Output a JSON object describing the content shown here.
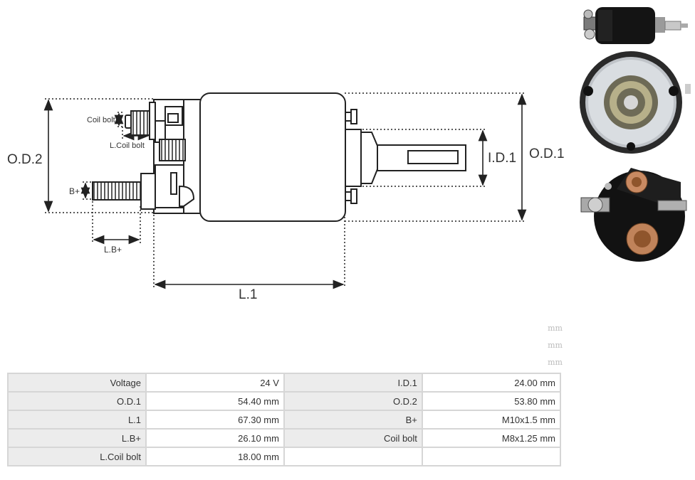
{
  "diagram": {
    "labels": {
      "od2": "O.D.2",
      "od1": "O.D.1",
      "id1": "I.D.1",
      "l1": "L.1",
      "coil_bolt": "Coil bolt",
      "l_coil_bolt": "L.Coil bolt",
      "b_plus": "B+",
      "l_b_plus": "L.B+"
    }
  },
  "faded_units": [
    "mm",
    "mm",
    "mm"
  ],
  "specs": {
    "rows": [
      {
        "k1": "Voltage",
        "v1": "24 V",
        "k2": "I.D.1",
        "v2": "24.00 mm"
      },
      {
        "k1": "O.D.1",
        "v1": "54.40 mm",
        "k2": "O.D.2",
        "v2": "53.80 mm"
      },
      {
        "k1": "L.1",
        "v1": "67.30 mm",
        "k2": "B+",
        "v2": "M10x1.5 mm"
      },
      {
        "k1": "L.B+",
        "v1": "26.10 mm",
        "k2": "Coil bolt",
        "v2": "M8x1.25 mm"
      },
      {
        "k1": "L.Coil bolt",
        "v1": "18.00 mm",
        "k2": "",
        "v2": ""
      }
    ]
  },
  "colors": {
    "stroke": "#222222",
    "label": "#333333",
    "key_bg": "#ececec",
    "border": "#d6d6d6"
  }
}
